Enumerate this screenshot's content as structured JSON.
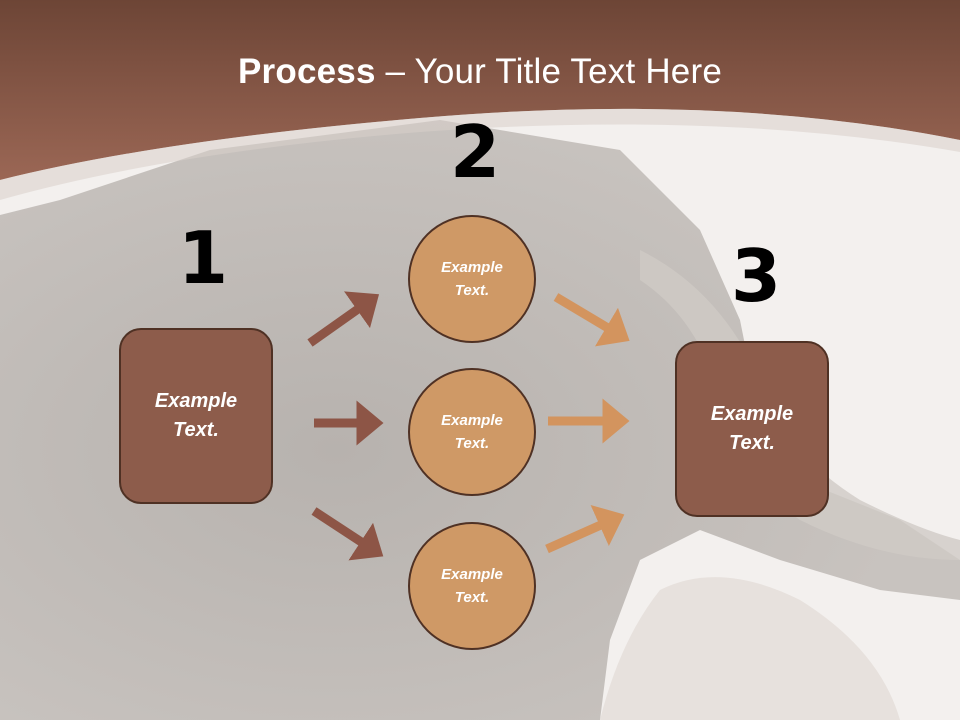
{
  "title": {
    "bold": "Process",
    "rest": " – Your Title Text Here"
  },
  "steps": {
    "one": "1",
    "two": "2",
    "three": "3"
  },
  "left_box": {
    "text": "Example Text."
  },
  "circles": [
    {
      "text": "Example Text."
    },
    {
      "text": "Example Text."
    },
    {
      "text": "Example Text."
    }
  ],
  "right_box": {
    "text": "Example Text."
  },
  "colors": {
    "header": "#8a5443",
    "box_fill": "#8d5c4b",
    "circle_fill": "#cf9966",
    "left_arrow": "#8d5546",
    "right_arrow": "#d3945e",
    "outline": "#4f3124"
  }
}
